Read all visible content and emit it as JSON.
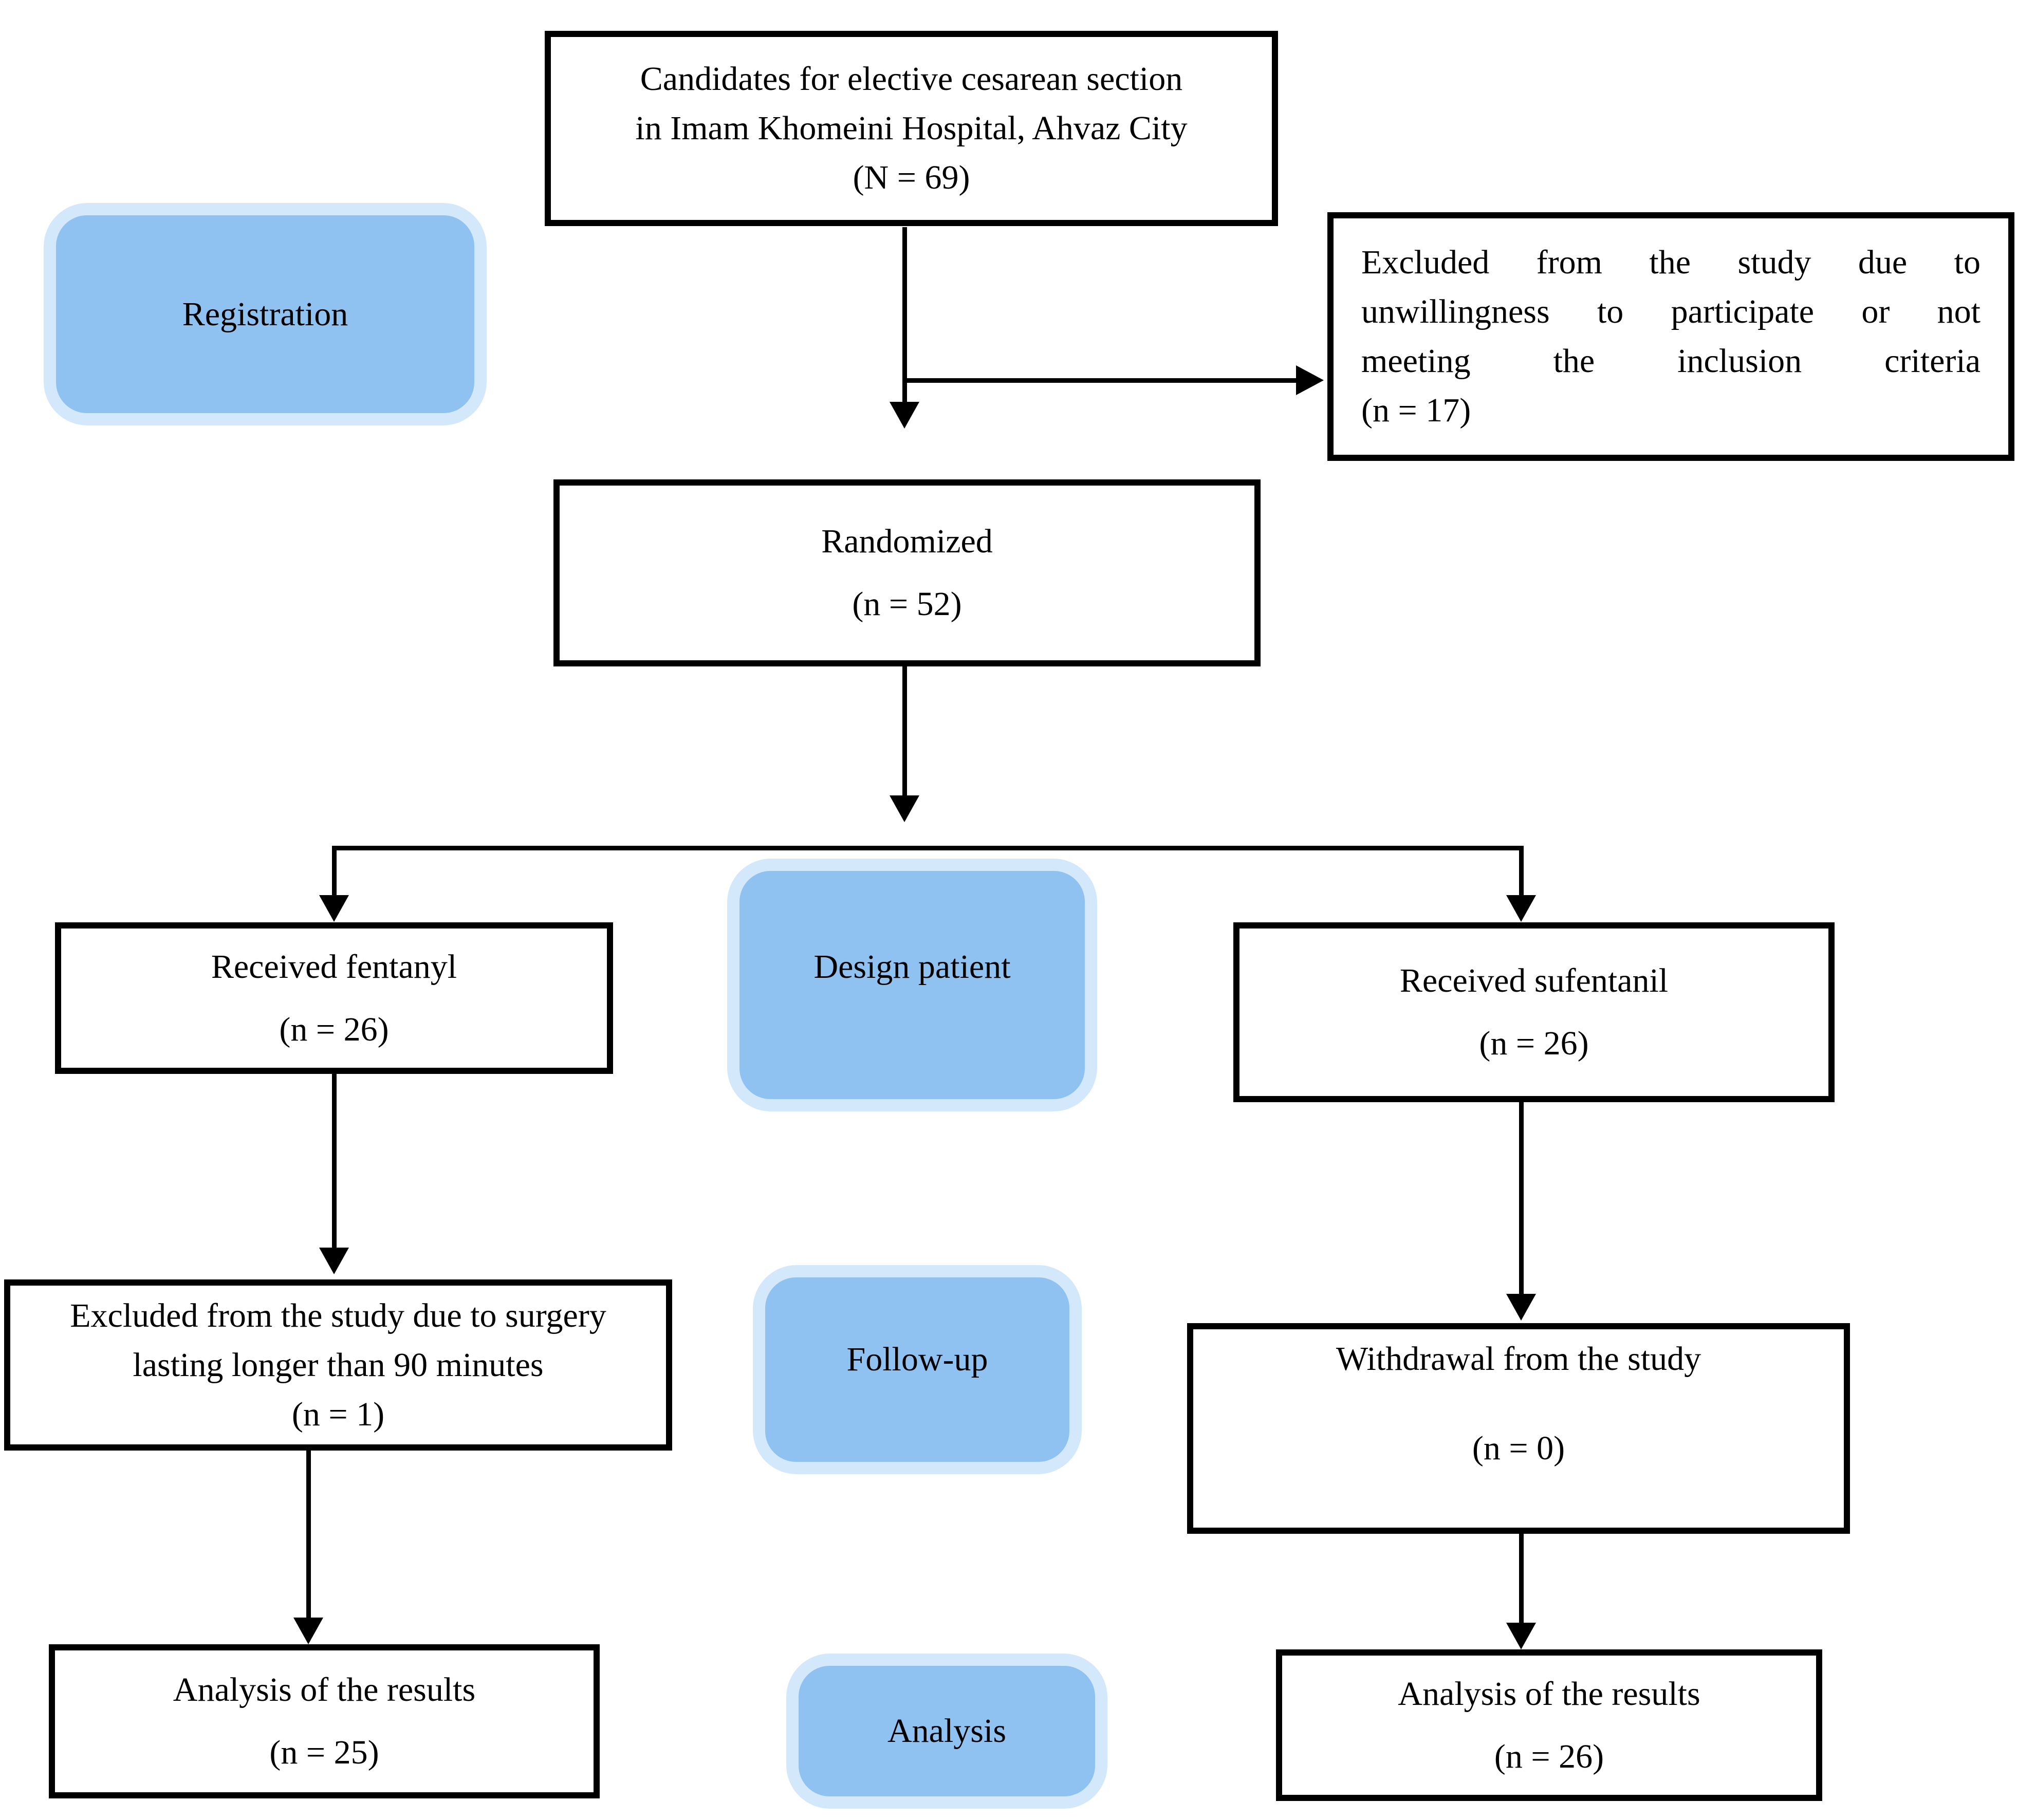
{
  "colors": {
    "background": "#ffffff",
    "text": "#000000",
    "line": "#000000",
    "accent_fill": "#8fc1f1",
    "accent_ring": "#d4e8fb"
  },
  "stages": {
    "registration": "Registration",
    "design": "Design patient",
    "follow_up": "Follow-up",
    "analysis": "Analysis"
  },
  "nodes": {
    "candidates": {
      "lines": [
        "Candidates for elective cesarean section",
        "in Imam Khomeini Hospital, Ahvaz City",
        "(N = 69)"
      ]
    },
    "excluded_registration": {
      "lines": [
        "Excluded from the study due to",
        "unwillingness to participate or not",
        "meeting the inclusion criteria",
        "(n = 17)"
      ]
    },
    "randomized": {
      "lines": [
        "Randomized",
        "(n = 52)"
      ]
    },
    "received_fentanyl": {
      "lines": [
        "Received fentanyl",
        "(n = 26)"
      ]
    },
    "received_sufentanil": {
      "lines": [
        "Received sufentanil",
        "(n = 26)"
      ]
    },
    "excluded_surgery": {
      "lines": [
        "Excluded from the study due to surgery",
        "lasting longer than 90 minutes",
        "(n = 1)"
      ]
    },
    "withdrawal": {
      "lines": [
        "Withdrawal from the study",
        "(n = 0)"
      ]
    },
    "analysis_fentanyl": {
      "lines": [
        "Analysis of the results",
        "(n = 25)"
      ]
    },
    "analysis_sufentanil": {
      "lines": [
        "Analysis of the results",
        "(n = 26)"
      ]
    }
  }
}
